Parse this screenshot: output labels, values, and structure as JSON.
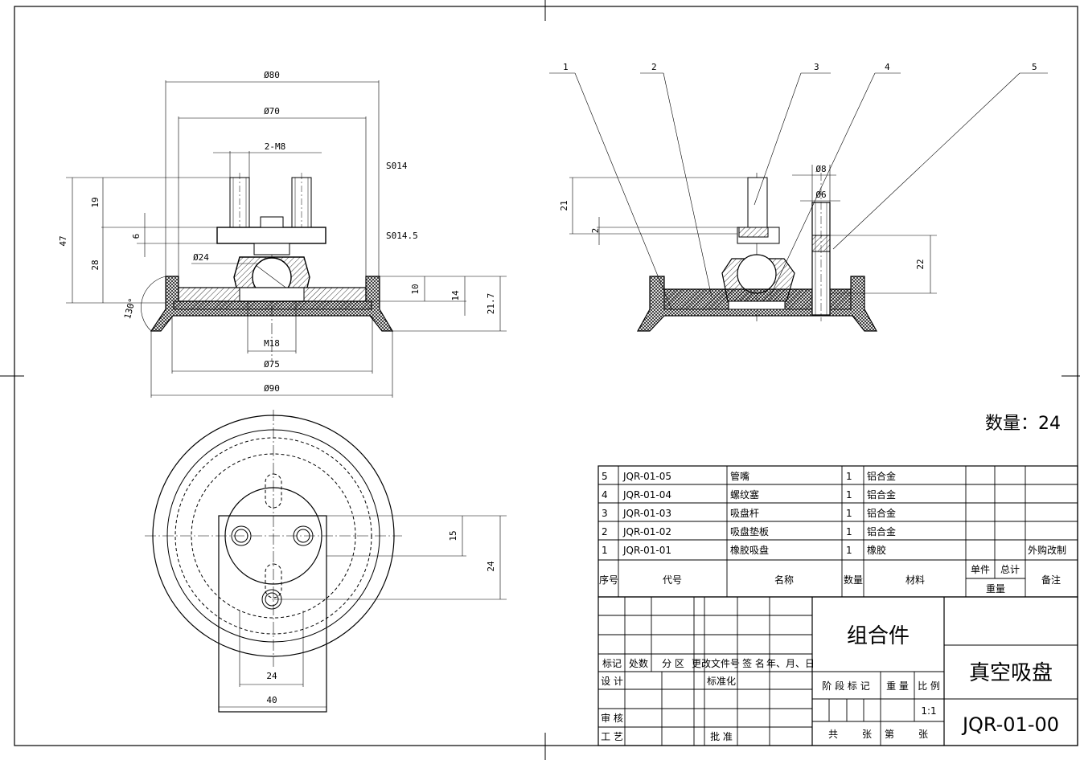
{
  "dimensions": {
    "d80": "Ø80",
    "d70": "Ø70",
    "m8": "2-M8",
    "s014": "S014",
    "s0145": "S014.5",
    "d24": "Ø24",
    "h47": "47",
    "h19": "19",
    "h6": "6",
    "h28": "28",
    "ang": "130°",
    "h10": "10",
    "h14": "14",
    "h217": "21.7",
    "m18": "M18",
    "d75": "Ø75",
    "d90": "Ø90",
    "h15": "15",
    "h24v": "24",
    "w24": "24",
    "w40": "40",
    "r_d8": "Ø8",
    "r_d6": "Ø6",
    "r_21": "21",
    "r_2": "2",
    "r_22": "22"
  },
  "balloons": [
    "1",
    "2",
    "3",
    "4",
    "5"
  ],
  "quantity": "数量：24",
  "bom": [
    {
      "no": "5",
      "code": "JQR-01-05",
      "name": "管嘴",
      "qty": "1",
      "material": "铝合金",
      "remark": ""
    },
    {
      "no": "4",
      "code": "JQR-01-04",
      "name": "螺纹塞",
      "qty": "1",
      "material": "铝合金",
      "remark": ""
    },
    {
      "no": "3",
      "code": "JQR-01-03",
      "name": "吸盘杆",
      "qty": "1",
      "material": "铝合金",
      "remark": ""
    },
    {
      "no": "2",
      "code": "JQR-01-02",
      "name": "吸盘垫板",
      "qty": "1",
      "material": "铝合金",
      "remark": ""
    },
    {
      "no": "1",
      "code": "JQR-01-01",
      "name": "橡胶吸盘",
      "qty": "1",
      "material": "橡胶",
      "remark": "外购改制"
    }
  ],
  "bom_header": {
    "no": "序号",
    "code": "代号",
    "name": "名称",
    "qty": "数量",
    "material": "材料",
    "unit": "单件",
    "total": "总计",
    "weight": "重量",
    "remark": "备注"
  },
  "title_block": {
    "mark": "标记",
    "count": "处数",
    "zone": "分 区",
    "docno": "更改文件号",
    "sign": "签 名",
    "date": "年、月、日",
    "design": "设 计",
    "standard": "标准化",
    "review": "审 核",
    "process": "工 艺",
    "approve": "批 准",
    "stage": "阶 段 标 记",
    "weight": "重 量",
    "scale": "比 例",
    "scale_value": "1:1",
    "total_sheets": "共",
    "sheet_unit": "张",
    "sheet_no": "第",
    "sheet_unit2": "张",
    "assembly": "组合件",
    "part_name": "真空吸盘",
    "drawing_no": "JQR-01-00"
  }
}
